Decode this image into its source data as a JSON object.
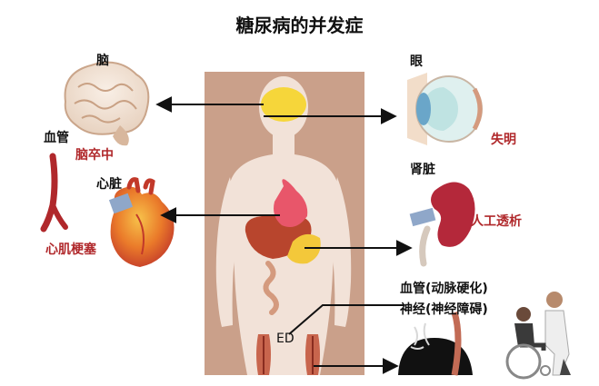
{
  "title": "糖尿病的并发症",
  "labels": {
    "brain": "脑",
    "vessel_top": "血管",
    "stroke": "脑卒中",
    "heart": "心脏",
    "mi": "心肌梗塞",
    "eye": "眼",
    "blindness": "失明",
    "kidney": "肾脏",
    "dialysis": "人工透析",
    "vessel_detail": "血管(动脉硬化)",
    "nerve_detail": "神经(神经障碍)",
    "ed": "ED"
  },
  "colors": {
    "body_panel": "#caa08a",
    "skin": "#f2e2d8",
    "accent_red": "#b0282b",
    "arrow": "#111111"
  }
}
